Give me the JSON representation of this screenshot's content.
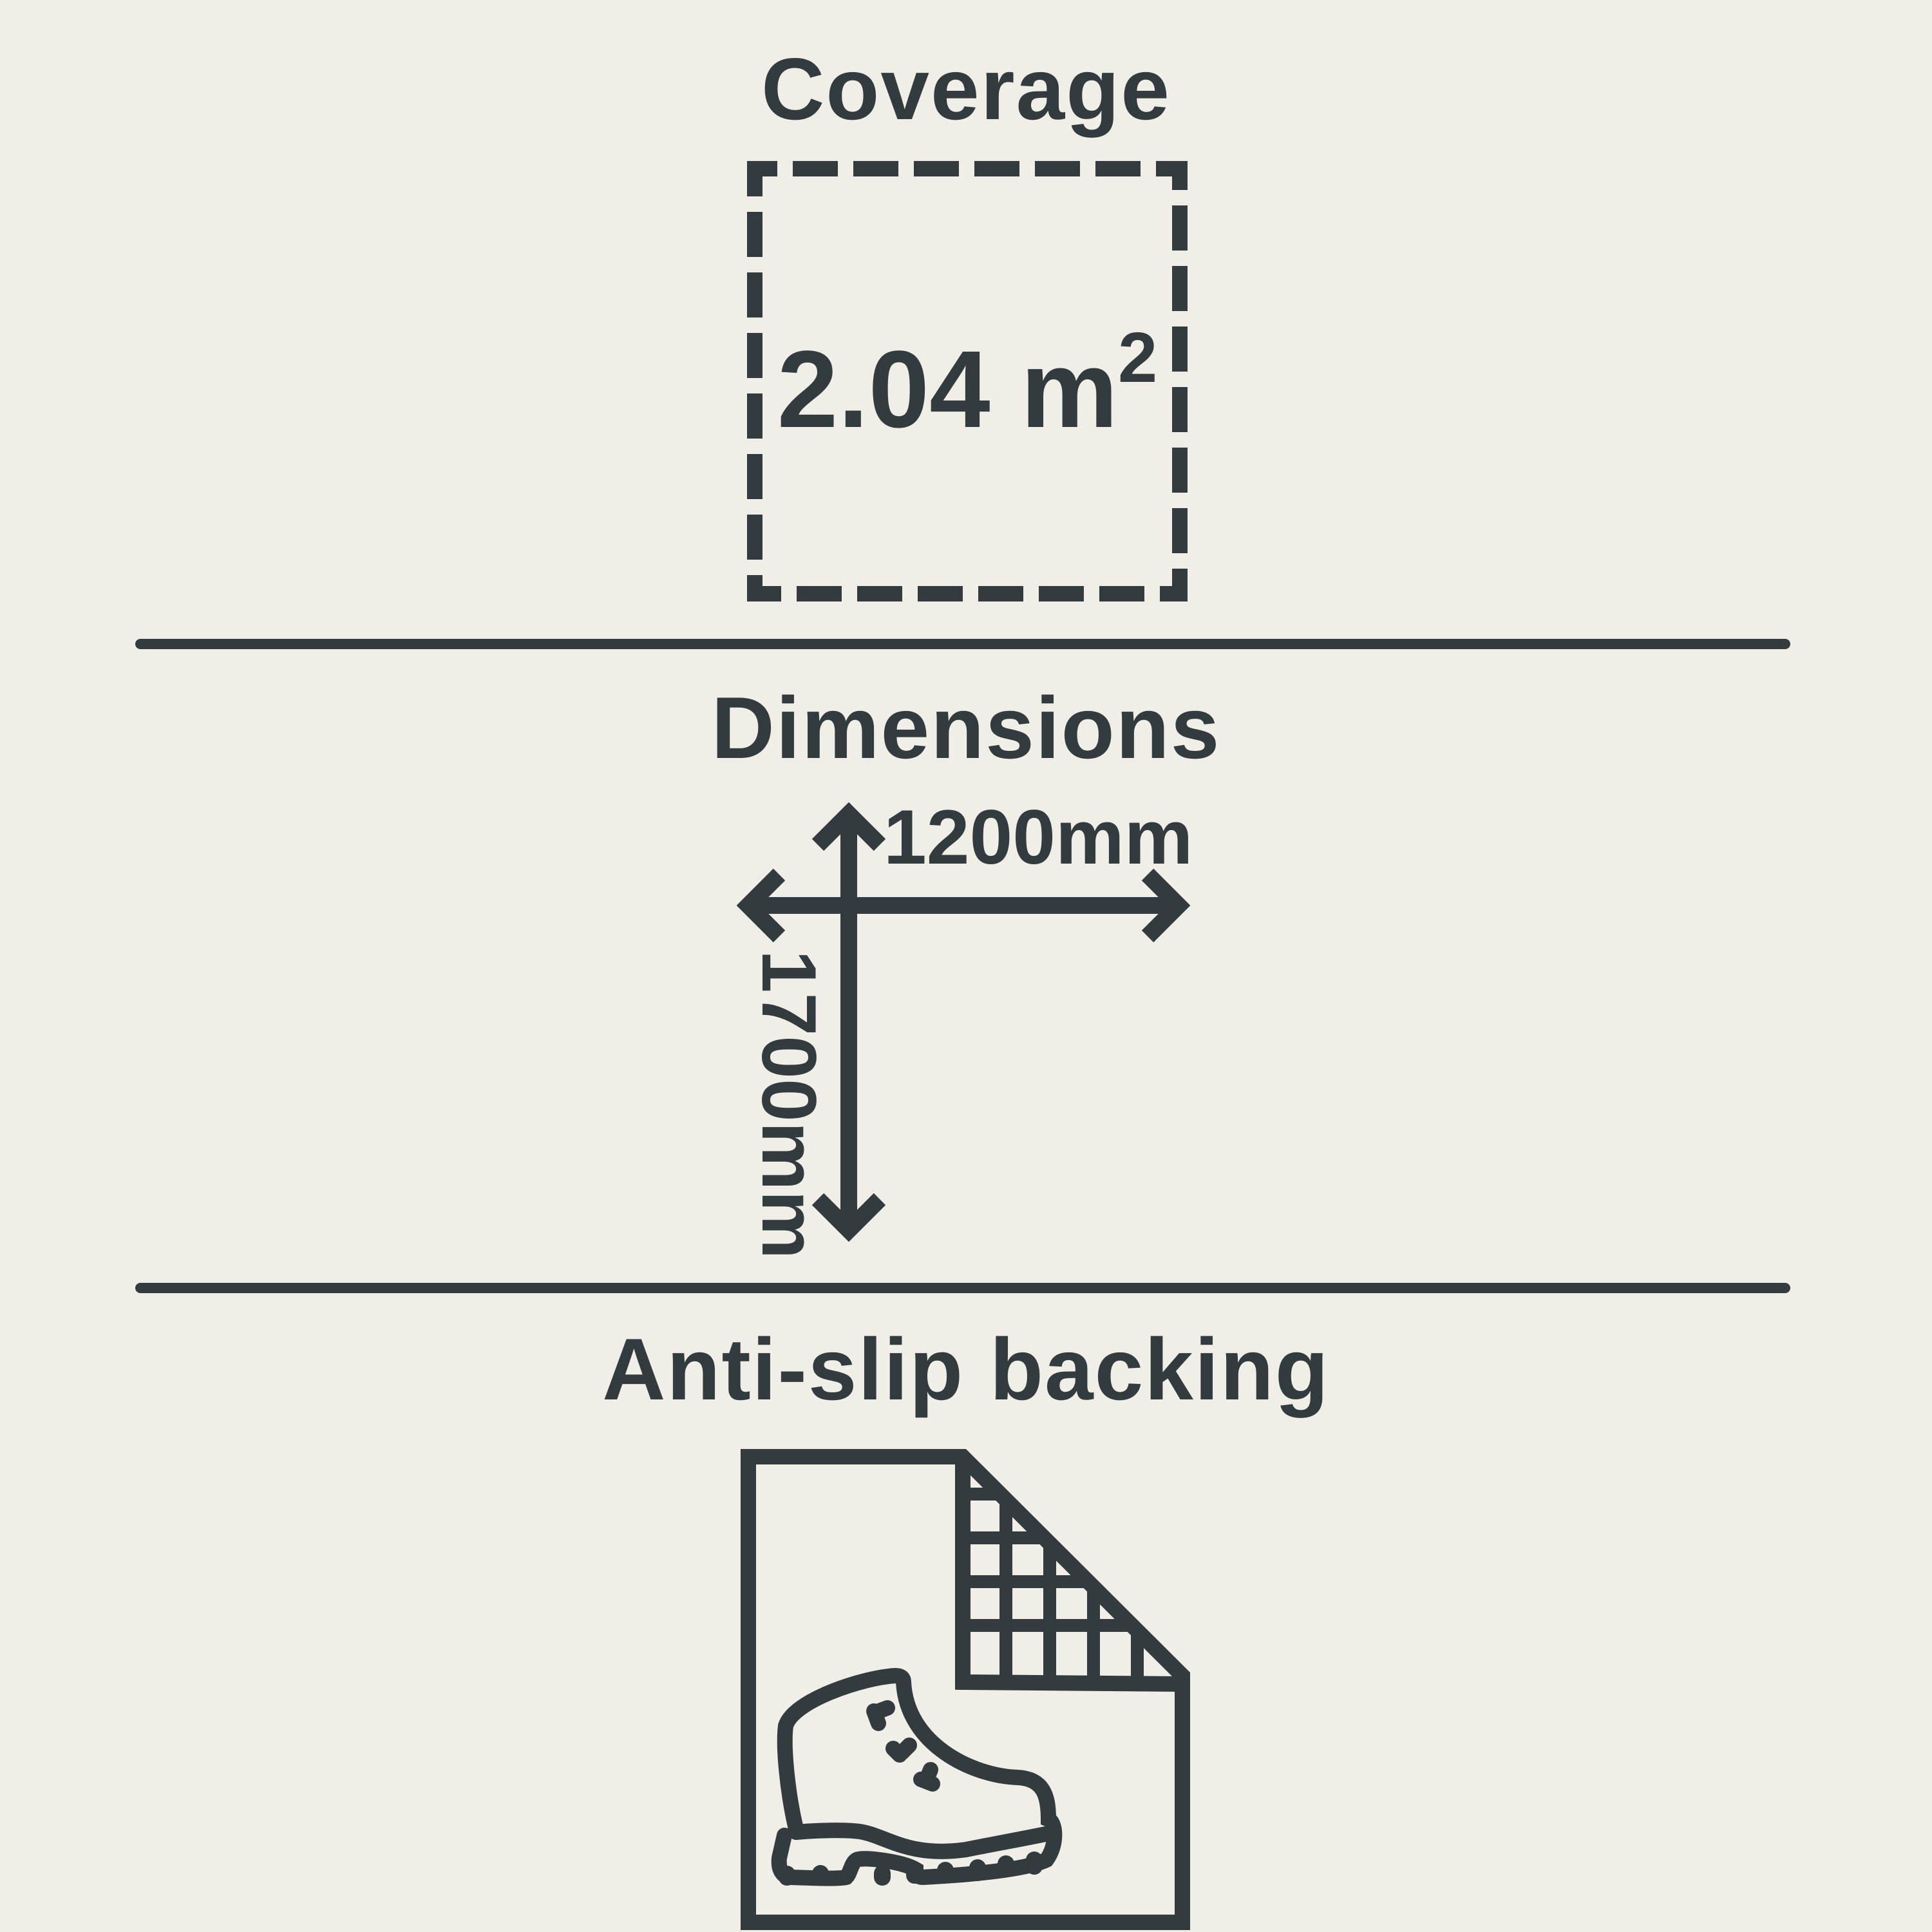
{
  "coverage": {
    "heading": "Coverage",
    "value": "2.04 m",
    "unit_exponent": "2"
  },
  "dimensions": {
    "heading": "Dimensions",
    "width_label": "1200mm",
    "height_label": "1700mm"
  },
  "feature": {
    "heading": "Anti-slip backing",
    "icon": "anti-slip-mat-with-shoe-icon"
  },
  "colors": {
    "background": "#f1eee7",
    "ink": "#323c3f"
  }
}
